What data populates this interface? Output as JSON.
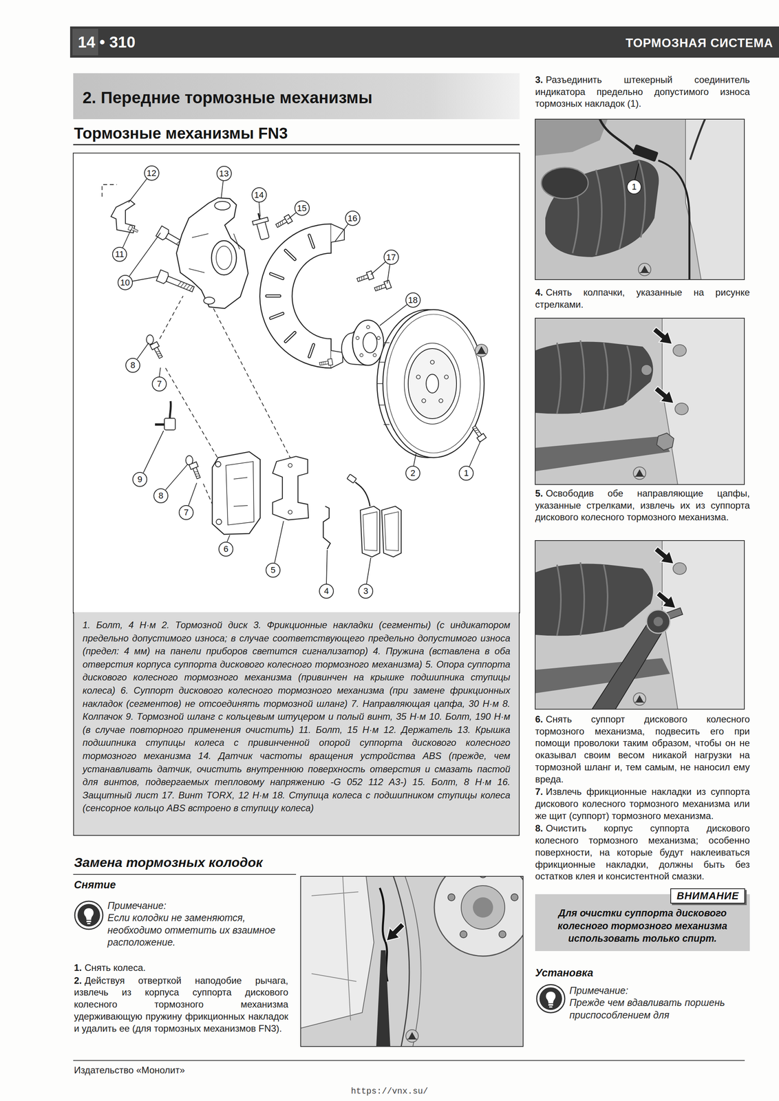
{
  "diagram": {
    "title": "2. Передние тормозные механизмы",
    "caption": "1. Болт, 4 Н·м 2. Тормозной диск 3. Фрикционные накладки (сегменты) (с индикатором предельно допустимого износа; в случае соответствующего предельно допустимого износа (предел: 4 мм) на панели приборов светится сигнализатор) 4. Пружина (вставлена в оба отверстия корпуса суппорта дискового колесного тормозного механизма) 5. Опора суппорта дискового колесного тормозного механизма (привинчен на крышке подшипника ступицы колеса) 6. Суппорт дискового колесного тормозного механизма (при замене фрикционных накладок (сегментов) не отсоединять тормозной шланг) 7. Направляющая цапфа, 30 Н·м 8. Колпачок 9. Тормозной шланг с кольцевым штуцером и полый винт, 35 Н·м 10. Болт, 190 Н·м (в случае повторного применения очистить) 11. Болт, 15 Н·м 12. Держатель 13. Крышка подшипника ступицы колеса с привинченной опорой суппорта дискового колесного тормозного механизма 14. Датчик частоты вращения устройства ABS (прежде, чем устанавливать датчик, очистить внутреннюю поверхность отверстия и смазать пастой для винтов, подвергаемых тепловому напряжению -G 052 112 A3-) 15. Болт, 8 Н·м 16. Защитный лист 17. Винт TORX, 12 Н·м 18. Ступица колеса с подшипником ступицы колеса (сенсорное кольцо ABS встроено в ступицу колеса)",
    "nodes": [
      {
        "text": [
          "12"
        ]
      },
      {
        "text": [
          "13"
        ]
      },
      {
        "text": [
          "14"
        ]
      },
      {
        "text": [
          "15"
        ]
      },
      {
        "text": [
          "16"
        ]
      },
      {
        "text": [
          "11"
        ]
      },
      {
        "text": [
          "17"
        ]
      },
      {
        "text": [
          "10"
        ]
      },
      {
        "text": [
          "18"
        ]
      },
      {
        "text": [
          "8"
        ]
      },
      {
        "text": [
          "7"
        ]
      },
      {
        "text": [
          "2"
        ]
      },
      {
        "text": [
          "1"
        ]
      },
      {
        "text": [
          "9"
        ]
      },
      {
        "text": [
          "8"
        ]
      },
      {
        "text": [
          "7"
        ]
      },
      {
        "text": [
          "6"
        ]
      },
      {
        "text": [
          "5"
        ]
      },
      {
        "text": [
          "4"
        ]
      },
      {
        "text": [
          "3"
        ]
      },
      {
        "text": [
          "1"
        ]
      },
      {
        "text": [
          "ВНИМАНИЕ",
          "Для очистки суппорта дискового колесного тормозного механизма использовать только спирт."
        ]
      }
    ],
    "labels": [
      "14 • 310",
      "ТОРМОЗНАЯ СИСТЕМА",
      "Тормозные механизмы FN3",
      "Замена тормозных колодок",
      "Снятие",
      "Примечание:",
      "Если колодки не заменяются, необходимо отметить их взаимное расположение.",
      "1.",
      "Снять колеса.",
      "2.",
      "Действуя отверткой наподобие рычага, извлечь из корпуса суппорта дискового колесного тормозного механизма удерживающую пружину фрикционных накладок и удалить ее (для тормозных механизмов FN3).",
      "3.",
      "Разъединить штекерный соединитель индикатора предельно допустимого износа тормозных накладок (1).",
      "4.",
      "Снять колпачки, указанные на рисунке стрелками.",
      "5.",
      "Освободив обе направляющие цапфы, указанные стрелками, извлечь их из суппорта дискового колесного тормозного механизма.",
      "6.",
      "Снять суппорт дискового колесного тормозного механизма, подвесить его при помощи проволоки таким образом, чтобы он не оказывал своим весом никакой нагрузки на тормозной шланг и, тем самым, не наносил ему вреда.",
      "7.",
      "Извлечь фрикционные накладки из суппорта дискового колесного тормозного механизма или же щит (суппорт) тормозного механизма.",
      "8.",
      "Очистить корпус суппорта дискового колесного тормозного механизма; особенно поверхности, на которые будут наклеиваться фрикционные накладки, должны быть без остатков клея и консистентной смазки.",
      "Установка",
      "Примечание:",
      "Прежде чем вдавливать поршень приспособлением для",
      "Издательство «Монолит»",
      "https://vnx.su/"
    ]
  }
}
